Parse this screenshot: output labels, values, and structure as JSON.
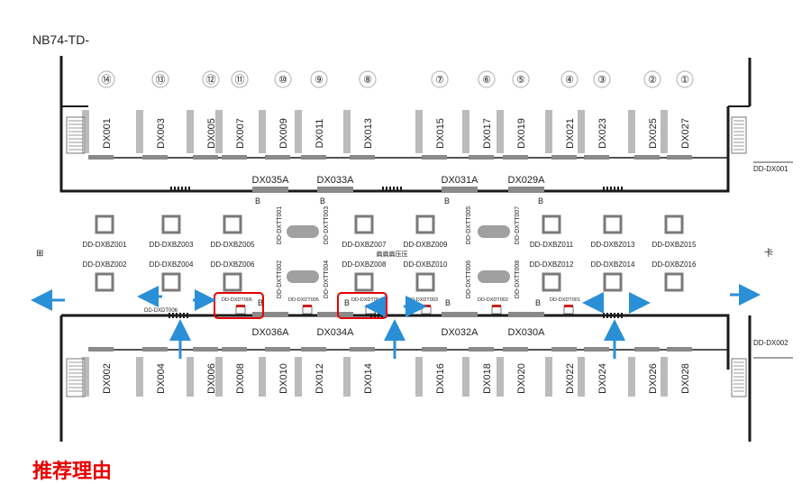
{
  "header": {
    "line_code": "NB74-TD-"
  },
  "footer": {
    "recommendation": "推荐理由"
  },
  "colors": {
    "arrow": "#2a8fd6",
    "highlight": "#e60000",
    "wall": "#1a1a1a",
    "panel": "#8a8a8a",
    "seat": "#c92020"
  },
  "pillars": [
    "⑭",
    "⑬",
    "⑫",
    "⑪",
    "⑩",
    "⑨",
    "⑧",
    "⑦",
    "⑥",
    "⑤",
    "④",
    "③",
    "②",
    "①"
  ],
  "top_platform_ads": [
    "DX001",
    "DX003",
    "DX005",
    "DX007",
    "DX009",
    "DX011",
    "DX013",
    "DX015",
    "DX017",
    "DX019",
    "DX021",
    "DX023",
    "DX025",
    "DX027"
  ],
  "bottom_platform_ads": [
    "DX002",
    "DX004",
    "DX006",
    "DX008",
    "DX010",
    "DX012",
    "DX014",
    "DX016",
    "DX018",
    "DX020",
    "DX022",
    "DX024",
    "DX026",
    "DX028"
  ],
  "top_a_labels": [
    "DX035A",
    "DX033A",
    "DX031A",
    "DX029A"
  ],
  "bottom_a_labels": [
    "DX036A",
    "DX034A",
    "DX032A",
    "DX030A"
  ],
  "lightbox_row1": [
    "DD-DXBZ001",
    "DD-DXBZ003",
    "DD-DXBZ005",
    "DD-DXBZ007",
    "DD-DXBZ009",
    "DD-DXBZ011",
    "DD-DXBZ013",
    "DD-DXBZ015"
  ],
  "lightbox_row2": [
    "DD-DXBZ002",
    "DD-DXBZ004",
    "DD-DXBZ006",
    "DD-DXBZ008",
    "DD-DXBZ010",
    "DD-DXBZ012",
    "DD-DXBZ014",
    "DD-DXBZ016"
  ],
  "column_upper": [
    "DD-DXTT001",
    "DD-DXTT003",
    "DD-DXTT005",
    "DD-DXTT007"
  ],
  "column_lower": [
    "DD-DXTT002",
    "DD-DXTT004",
    "DD-DXTT006",
    "DD-DXTT008"
  ],
  "small_seats": [
    "DD-DXDT006",
    "DD-DXDT005",
    "DD-DXDT004",
    "DD-DXDT003",
    "DD-DXDT002",
    "DD-DXDT001"
  ],
  "seat_faint": "DD-DXDT006",
  "b_marker": "B",
  "right_top_label": "DD-DX001",
  "right_bottom_label": "DD-DX002",
  "left_exit_symbol": "⊞",
  "right_exit_symbol": "卡",
  "center_note": "扁扁扁压压"
}
